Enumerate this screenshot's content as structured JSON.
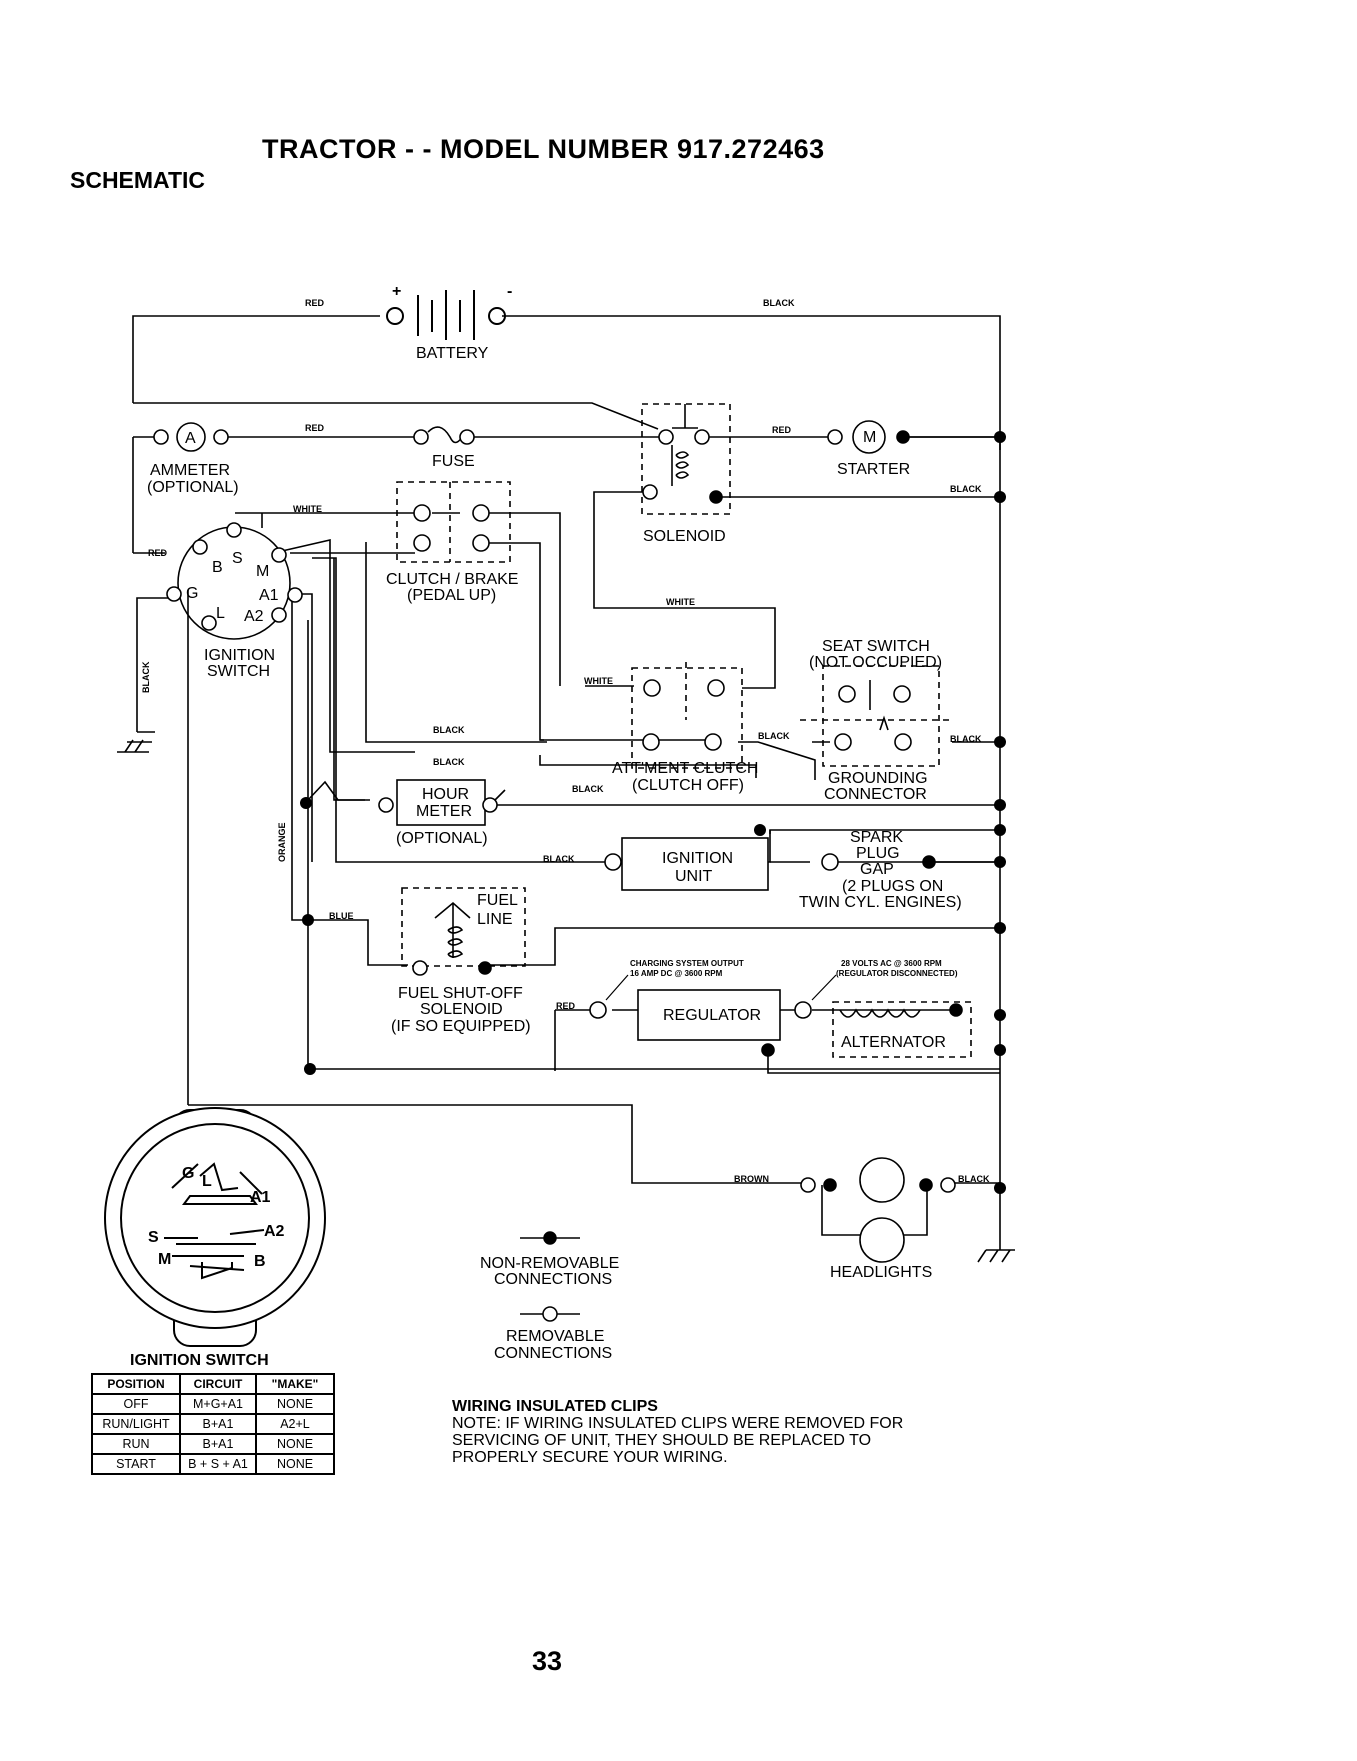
{
  "header": {
    "title": "TRACTOR - - MODEL NUMBER 917.272463",
    "section": "SCHEMATIC"
  },
  "components": {
    "battery": "BATTERY",
    "battery_plus": "+",
    "battery_minus": "-",
    "ammeter": [
      "AMMETER",
      "(OPTIONAL)"
    ],
    "ammeter_symbol": "A",
    "fuse": "FUSE",
    "solenoid": "SOLENOID",
    "starter": "STARTER",
    "starter_symbol": "M",
    "clutch_brake": [
      "CLUTCH / BRAKE",
      "(PEDAL UP)"
    ],
    "ignition_switch": [
      "IGNITION",
      "SWITCH"
    ],
    "ignition_terminals": [
      "B",
      "S",
      "M",
      "G",
      "A1",
      "L",
      "A2"
    ],
    "seat_switch": [
      "SEAT SWITCH",
      "(NOT OCCUPIED)"
    ],
    "attachment_clutch": [
      "ATT'MENT CLUTCH",
      "(CLUTCH OFF)"
    ],
    "grounding_connector": [
      "GROUNDING",
      "CONNECTOR"
    ],
    "hour_meter": [
      "HOUR",
      "METER",
      "(OPTIONAL)"
    ],
    "ignition_unit": [
      "IGNITION",
      "UNIT"
    ],
    "spark_plug": [
      "SPARK",
      "PLUG",
      "GAP",
      "(2 PLUGS ON",
      "TWIN CYL. ENGINES)"
    ],
    "fuel_line": [
      "FUEL",
      "LINE"
    ],
    "fuel_solenoid": [
      "FUEL SHUT-OFF",
      "SOLENOID",
      "(IF SO EQUIPPED)"
    ],
    "regulator": "REGULATOR",
    "alternator": "ALTERNATOR",
    "charging_output": [
      "CHARGING SYSTEM OUTPUT",
      "16 AMP DC @ 3600 RPM"
    ],
    "alternator_output": [
      "28 VOLTS AC @ 3600 RPM",
      "(REGULATOR DISCONNECTED)"
    ],
    "headlights": "HEADLIGHTS"
  },
  "wire_labels": {
    "red": "RED",
    "black": "BLACK",
    "white": "WHITE",
    "orange": "ORANGE",
    "blue": "BLUE",
    "brown": "BROWN"
  },
  "legend": {
    "non_removable": [
      "NON-REMOVABLE",
      "CONNECTIONS"
    ],
    "removable": [
      "REMOVABLE",
      "CONNECTIONS"
    ]
  },
  "ignition_switch_detail": {
    "title": "IGNITION SWITCH",
    "terminal_labels": [
      "G",
      "L",
      "A1",
      "S",
      "A2",
      "M",
      "B"
    ],
    "columns": [
      "POSITION",
      "CIRCUIT",
      "\"MAKE\""
    ],
    "rows": [
      [
        "OFF",
        "M+G+A1",
        "NONE"
      ],
      [
        "RUN/LIGHT",
        "B+A1",
        "A2+L"
      ],
      [
        "RUN",
        "B+A1",
        "NONE"
      ],
      [
        "START",
        "B + S + A1",
        "NONE"
      ]
    ]
  },
  "notes": {
    "heading": "WIRING INSULATED CLIPS",
    "lines": [
      "NOTE: IF WIRING INSULATED CLIPS WERE REMOVED FOR",
      "SERVICING OF UNIT, THEY SHOULD BE REPLACED TO",
      "PROPERLY SECURE YOUR WIRING."
    ]
  },
  "page_number": "33"
}
